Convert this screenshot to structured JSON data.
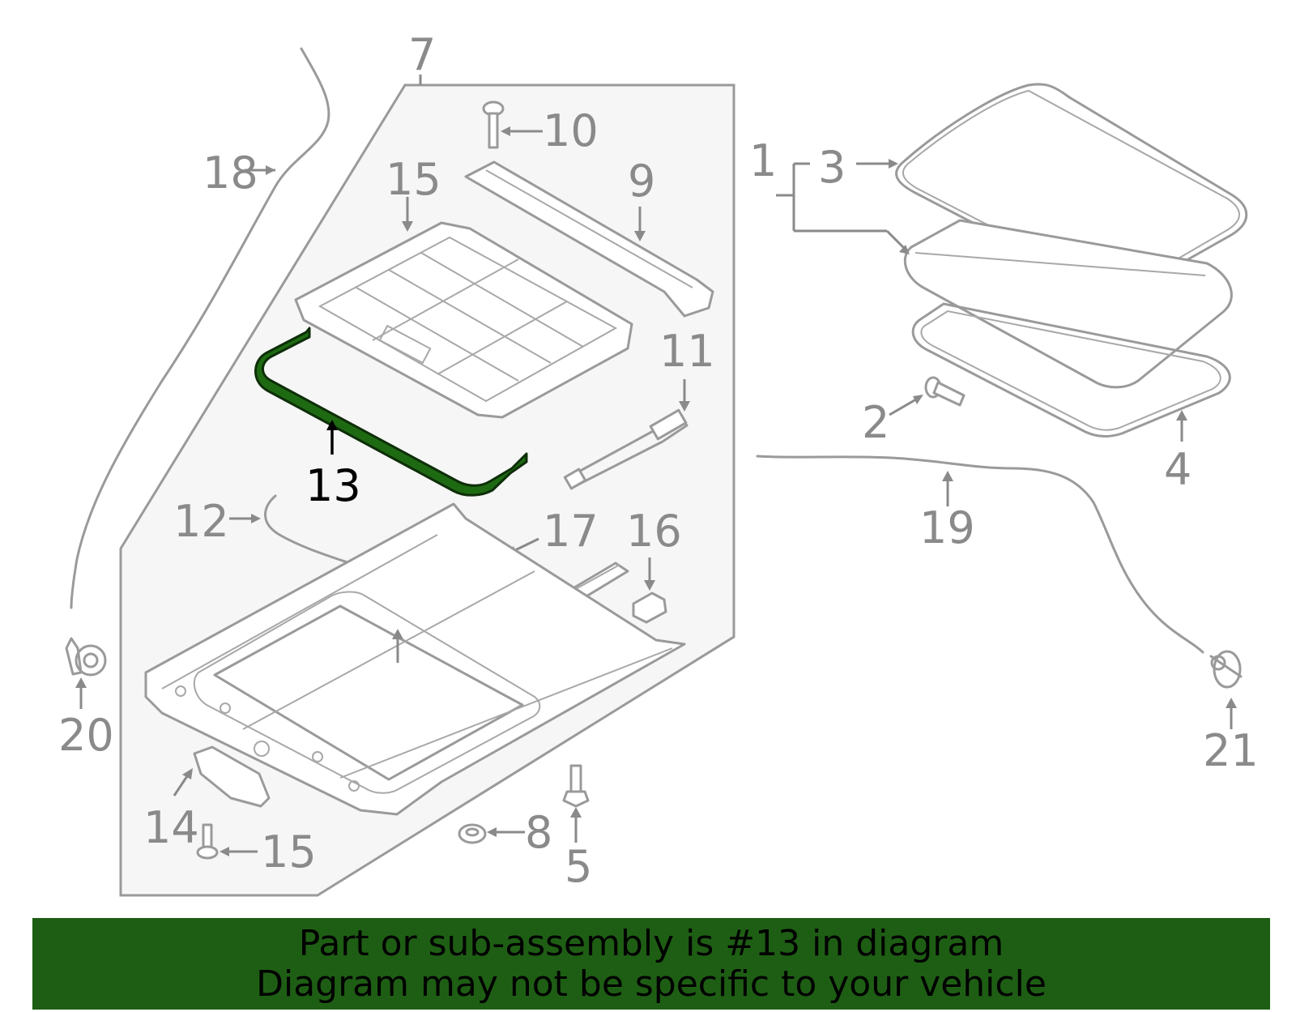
{
  "diagram": {
    "highlight_color": "#1e6a12",
    "line_color": "#9a9a9a",
    "highlighted_part": "13",
    "callouts": [
      "1",
      "2",
      "3",
      "4",
      "5",
      "7",
      "8",
      "9",
      "10",
      "11",
      "12",
      "13",
      "14",
      "15",
      "15",
      "16",
      "17",
      "18",
      "19",
      "20",
      "21"
    ]
  },
  "banner": {
    "background": "#1e5e14",
    "line1": "Part or sub-assembly is #13 in diagram",
    "line2": "Diagram may not be specific to your vehicle"
  }
}
